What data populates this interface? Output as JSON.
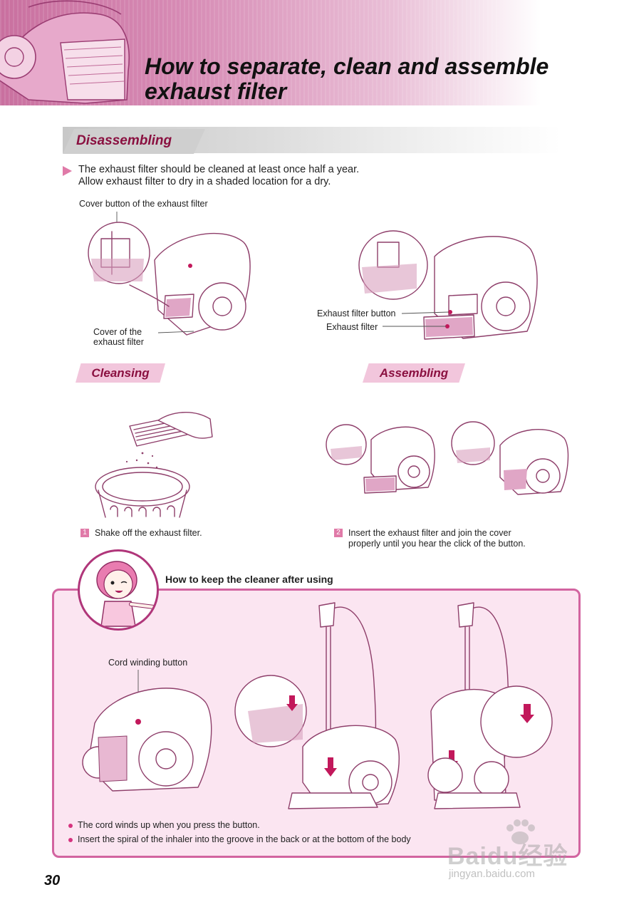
{
  "page": {
    "title": "How to separate, clean and assemble\nexhaust filter",
    "page_number": "30"
  },
  "disassembling": {
    "heading": "Disassembling",
    "intro_line1": "The exhaust filter should be cleaned at least once half a year.",
    "intro_line2": "Allow exhaust filter to dry in a shaded location for a dry.",
    "labels": {
      "cover_button": "Cover button of the exhaust filter",
      "cover": "Cover of the\nexhaust filter",
      "filter_button": "Exhaust filter button",
      "filter": "Exhaust filter"
    }
  },
  "cleansing": {
    "heading": "Cleansing",
    "step_number": "1",
    "step_text": "Shake off the exhaust filter."
  },
  "assembling": {
    "heading": "Assembling",
    "step_number": "2",
    "step_text": "Insert the exhaust filter and join the cover\nproperly until you hear the click of the button."
  },
  "keep": {
    "heading": "How to keep the cleaner after using",
    "cord_label": "Cord winding button",
    "bullets": [
      "The cord winds up when you press the button.",
      "Insert the spiral of the inhaler into the groove in the back or at the bottom of the body"
    ]
  },
  "watermark": {
    "brand": "Baidu经验",
    "url": "jingyan.baidu.com"
  },
  "colors": {
    "accent": "#d264a0",
    "heading": "#8a1040",
    "box_bg": "#fbe5f1"
  }
}
